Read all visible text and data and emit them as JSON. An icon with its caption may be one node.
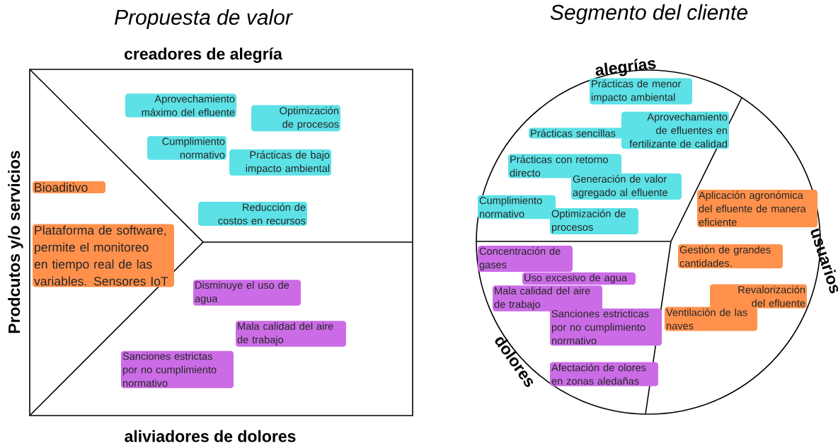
{
  "diagram": {
    "nodes": [
      {
        "text": [],
        "shape": "box"
      },
      {
        "text": [],
        "shape": "circle"
      },
      {
        "text": [
          "Aprovechamiento máximo del efluente"
        ],
        "in": 0
      },
      {
        "text": [
          "Optimización de procesos"
        ],
        "in": 0
      },
      {
        "text": [
          "Cumplimiento normativo"
        ],
        "in": 0
      },
      {
        "text": [
          "Prácticas de bajo impacto ambiental"
        ],
        "in": 0
      },
      {
        "text": [
          "Reducción de costos en recursos"
        ],
        "in": 0
      },
      {
        "text": [
          "Bioaditivo"
        ],
        "in": 0
      },
      {
        "text": [
          "Plataforma de software, permite el monitoreo en tiempo real de las variables. Sensores IoT"
        ],
        "in": 0
      },
      {
        "text": [
          "Disminuye el uso de agua"
        ],
        "in": 0
      },
      {
        "text": [
          "Mala calidad del aire de trabajo"
        ],
        "in": 0
      },
      {
        "text": [
          "Sanciones estrictas por no cumplimiento normativo"
        ],
        "in": 0
      },
      {
        "text": [
          "Prácticas de menor impacto ambiental"
        ],
        "in": 1
      },
      {
        "text": [
          "Prácticas sencillas"
        ],
        "in": 1
      },
      {
        "text": [
          "Aprovechamiento de efluentes en fertilizante de calidad"
        ],
        "in": 1
      },
      {
        "text": [
          "Prácticas con retorno directo"
        ],
        "in": 1
      },
      {
        "text": [
          "Generación de valor agregado al efluente"
        ],
        "in": 1
      },
      {
        "text": [
          "Cumplimiento normativo"
        ],
        "in": 1
      },
      {
        "text": [
          "Optimización de procesos"
        ],
        "in": 1
      },
      {
        "text": [
          "Aplicación agronómica del efluente de manera eficiente"
        ],
        "in": 1
      },
      {
        "text": [
          "Gestión de grandes cantidades."
        ],
        "in": 1
      },
      {
        "text": [
          "Revalorización del efluente"
        ],
        "in": 1
      },
      {
        "text": [
          "Ventilación de las naves"
        ],
        "in": 1
      },
      {
        "text": [
          "Concentración de gases"
        ],
        "in": 1
      },
      {
        "text": [
          "Uso excesivo de agua"
        ],
        "in": 1
      },
      {
        "text": [
          "Mala calidad del aire de trabajo"
        ],
        "in": 1
      },
      {
        "text": [
          "Sanciones estricticas por no cumplimiento normativo"
        ],
        "in": 1
      },
      {
        "text": [
          "Afectación de olores en zonas aledañas"
        ],
        "in": 1
      }
    ],
    "labels": [
      "Propuesta de valor",
      "Segmento del cliente",
      "creadores de alegría",
      "Prodcutos y/o servicios",
      "aliviadores de dolores",
      "alegrías",
      "usuarios",
      "dolores"
    ]
  }
}
